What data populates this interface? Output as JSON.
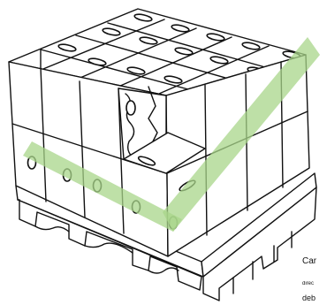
{
  "figure": {
    "highlight_color": "#a8d58a",
    "line_color": "#111111"
  },
  "caption": {
    "line1": "Car",
    "line2": "direc",
    "line3": "deb"
  }
}
